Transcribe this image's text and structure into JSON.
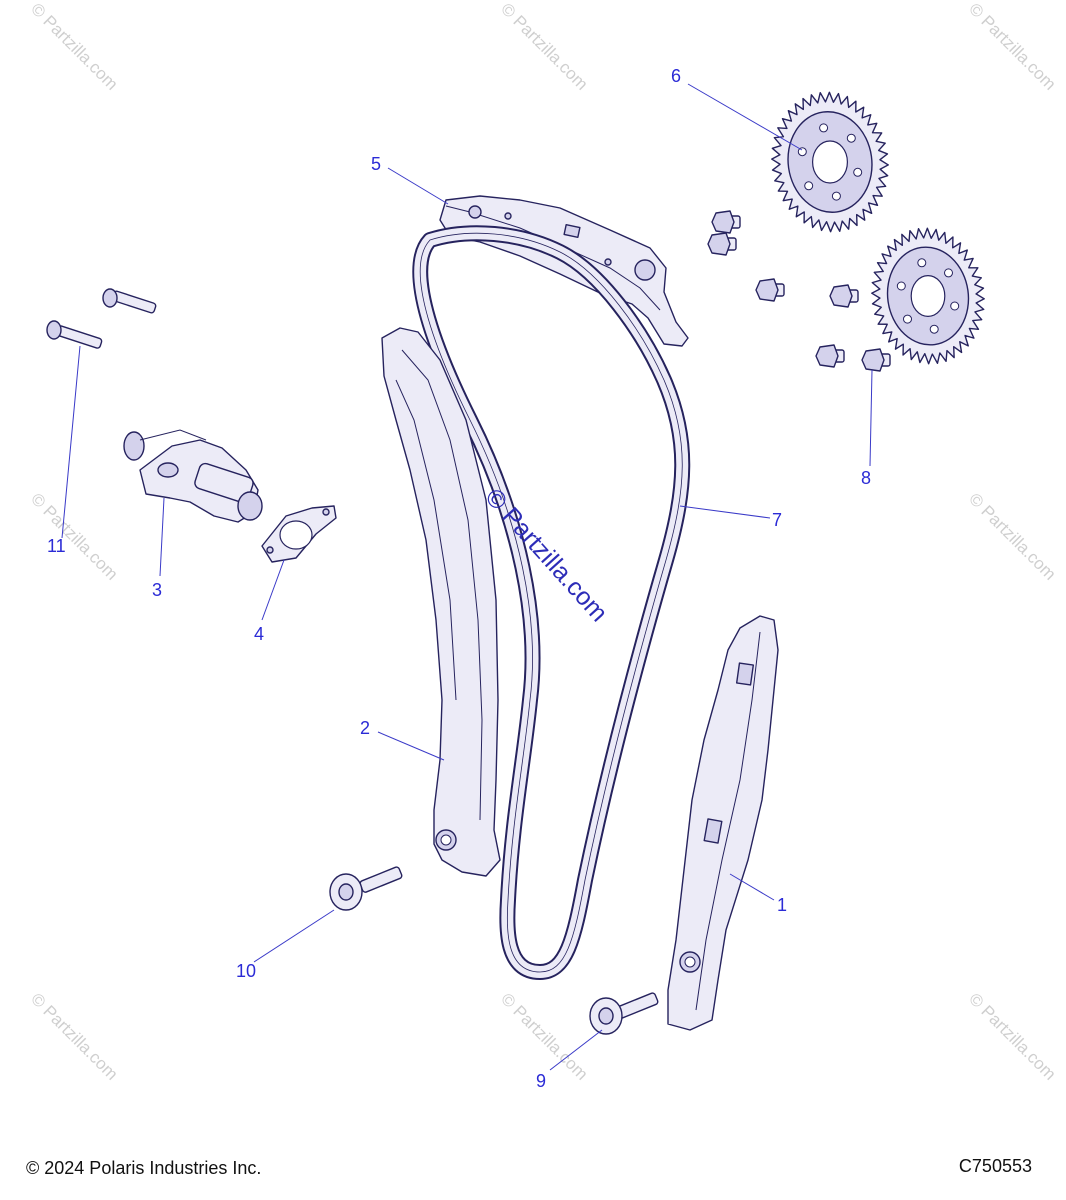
{
  "watermark": {
    "text": "© Partzilla.com"
  },
  "callouts": {
    "c1": "1",
    "c2": "2",
    "c3": "3",
    "c4": "4",
    "c5": "5",
    "c6": "6",
    "c7": "7",
    "c8": "8",
    "c9": "9",
    "c10": "10",
    "c11": "11"
  },
  "footer": {
    "copyright": "© 2024 Polaris Industries Inc.",
    "diagram_code": "C750553"
  },
  "colors": {
    "callout": "#2b2bd6",
    "part_fill": "#ecebf7",
    "outline": "#26235e",
    "watermark": "#cfcfcf"
  }
}
